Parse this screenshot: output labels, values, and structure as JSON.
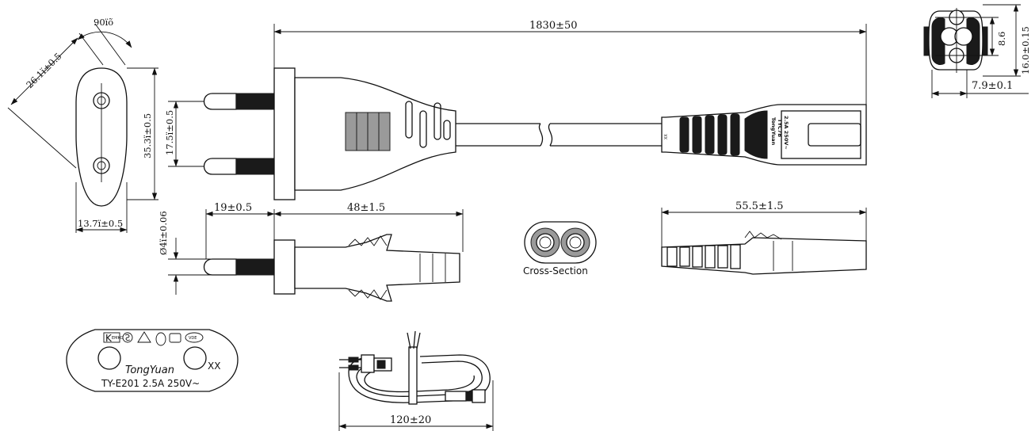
{
  "dimensions": {
    "total_length": "1830±50",
    "angle": "90ïõ",
    "plug_diagonal": "26.1ï±0.5",
    "plug_height": "35.3ï±0.5",
    "plug_width": "13.7ï±0.5",
    "pin_spacing": "17.5ï±0.5",
    "pin_diameter": "Ø4ï±0.06",
    "pin_length": "19±0.5",
    "plug_body_length": "48±1.5",
    "connector_length": "55.5±1.5",
    "connector_height": "16.0±0.15",
    "connector_pitch": "8.6",
    "connector_depth": "7.9±0.1",
    "coil_length": "120±20"
  },
  "labels": {
    "cross_section": "Cross-Section",
    "plug_brand": "TongYuan",
    "plug_model": "TY-E201  2.5A  250V~",
    "plug_marking": "XX",
    "connector_marking": "XX",
    "connector_brand": "TongYuan",
    "connector_model": "TYC7B",
    "connector_rating": "2.5A 250V~"
  },
  "marks": {
    "k_mark": "K",
    "k_mark_small": "EMKO",
    "vde_mark": "VDE"
  }
}
